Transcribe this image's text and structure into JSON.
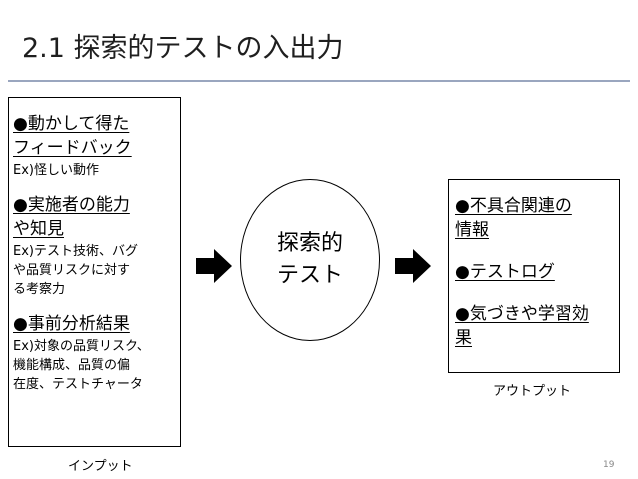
{
  "title": "2.1 探索的テストの入出力",
  "input": {
    "items": [
      {
        "head": "●動かして得た\nフィードバック",
        "sub": "Ex)怪しい動作"
      },
      {
        "head": "●実施者の能力\nや知見",
        "sub": "Ex)テスト技術、バグ\nや品質リスクに対す\nる考察力"
      },
      {
        "head": "●事前分析結果",
        "sub": "Ex)対象の品質リスク、\n機能構成、品質の偏\n在度、テストチャータ"
      }
    ],
    "caption": "インプット"
  },
  "process": {
    "label": "探索的\nテスト"
  },
  "output": {
    "items": [
      {
        "head": "●不具合関連の\n情報"
      },
      {
        "head": "●テストログ"
      },
      {
        "head": "●気づきや学習効\n果"
      }
    ],
    "caption": "アウトプット"
  },
  "page_number": "19",
  "colors": {
    "rule": "#9aa6bf",
    "arrow": "#000000"
  }
}
